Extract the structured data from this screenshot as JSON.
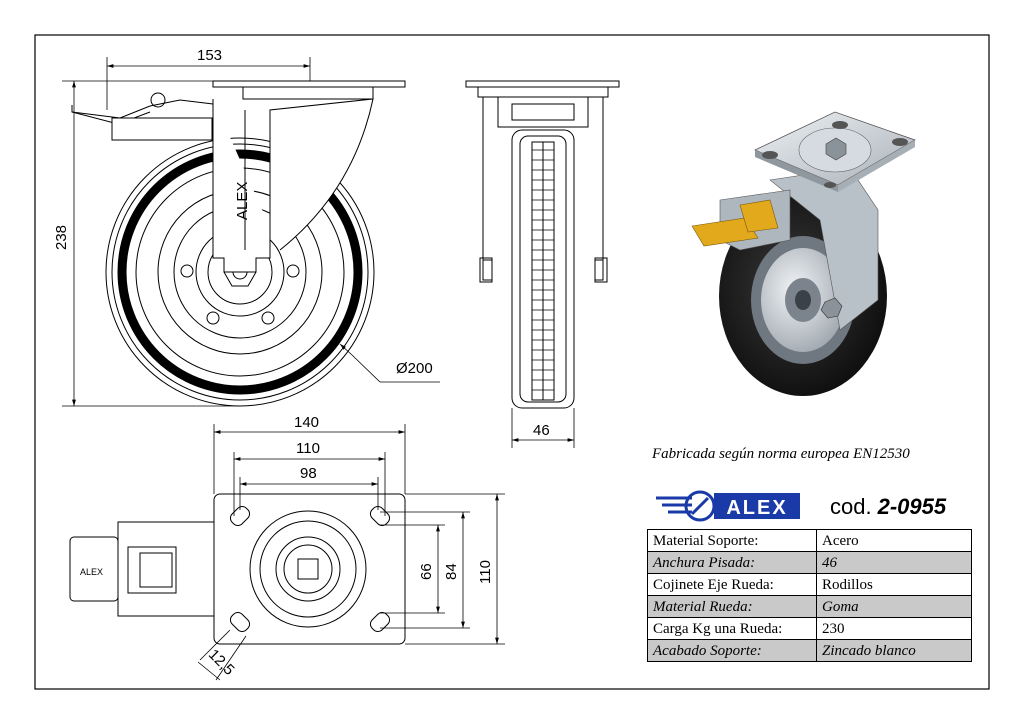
{
  "dimensions": {
    "top_width": "153",
    "height": "238",
    "wheel_diameter": "Ø200",
    "tread_width": "46",
    "plate_width": "140",
    "hole_spacing_x": "110",
    "inner_spacing_x": "98",
    "hole_spacing_y_inner": "66",
    "hole_spacing_y": "84",
    "plate_height": "110",
    "slot_width": "12,5"
  },
  "norma": "Fabricada según norma europea EN12530",
  "brand": {
    "name": "ALEX",
    "color": "#1a3aa8"
  },
  "code": {
    "prefix": "cod.",
    "value": "2-0955"
  },
  "specs": [
    {
      "key": "Material Soporte:",
      "value": "Acero"
    },
    {
      "key": "Anchura Pisada:",
      "value": "46"
    },
    {
      "key": "Cojinete Eje Rueda:",
      "value": "Rodillos"
    },
    {
      "key": "Material Rueda:",
      "value": "Goma"
    },
    {
      "key": "Carga Kg una Rueda:",
      "value": "230"
    },
    {
      "key": "Acabado Soporte:",
      "value": "Zincado blanco"
    }
  ],
  "colors": {
    "brake_pedal": "#e2a91c",
    "rubber": "#1a1a1a",
    "zinc": "#c7cdd3"
  }
}
